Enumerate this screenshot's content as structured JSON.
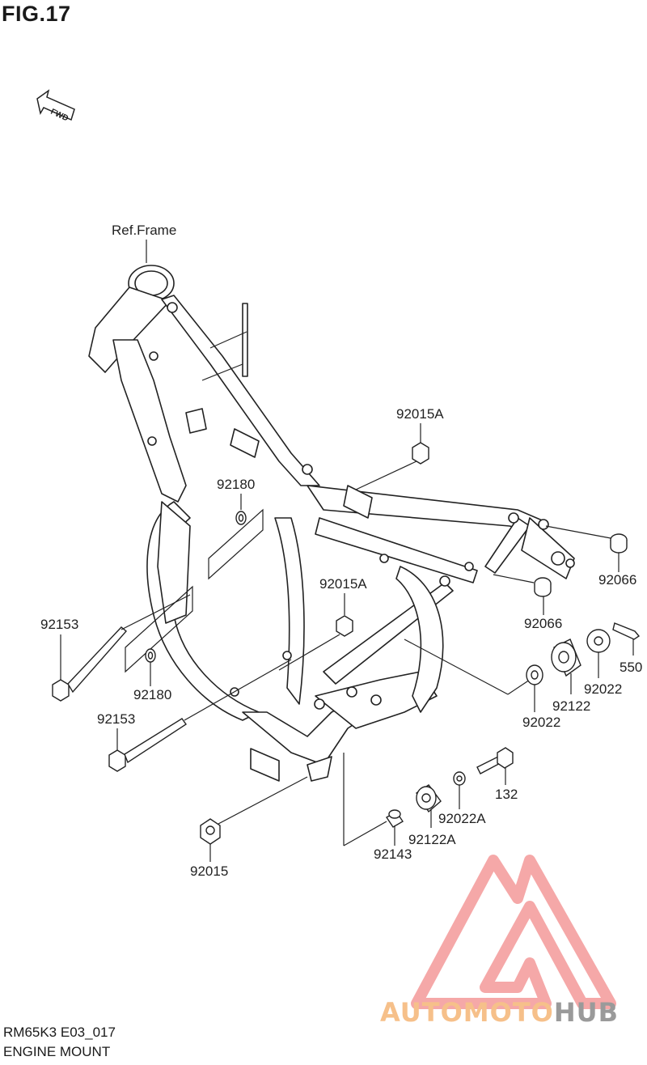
{
  "figure": {
    "title": "FIG.17",
    "fwd_label": "FWD",
    "ref_label": "Ref.Frame"
  },
  "parts": [
    {
      "id": "92015A-top",
      "number": "92015A"
    },
    {
      "id": "92180-top",
      "number": "92180"
    },
    {
      "id": "92015A-mid",
      "number": "92015A"
    },
    {
      "id": "92153-top",
      "number": "92153"
    },
    {
      "id": "92180-low",
      "number": "92180"
    },
    {
      "id": "92153-low",
      "number": "92153"
    },
    {
      "id": "92066-right",
      "number": "92066"
    },
    {
      "id": "92066-mid",
      "number": "92066"
    },
    {
      "id": "550",
      "number": "550"
    },
    {
      "id": "92022-right",
      "number": "92022"
    },
    {
      "id": "92122",
      "number": "92122"
    },
    {
      "id": "92022-left",
      "number": "92022"
    },
    {
      "id": "132",
      "number": "132"
    },
    {
      "id": "92022A",
      "number": "92022A"
    },
    {
      "id": "92122A",
      "number": "92122A"
    },
    {
      "id": "92143",
      "number": "92143"
    },
    {
      "id": "92015",
      "number": "92015"
    }
  ],
  "footer": {
    "code": "RM65K3 E03_017",
    "name": "ENGINE MOUNT"
  },
  "watermark": {
    "part1": "AUTO",
    "part2": "MOTO",
    "part3": "HUB",
    "color_main": "#f28b8b",
    "color_text": "#f6c08a",
    "color_hub": "#9a9a9a"
  }
}
